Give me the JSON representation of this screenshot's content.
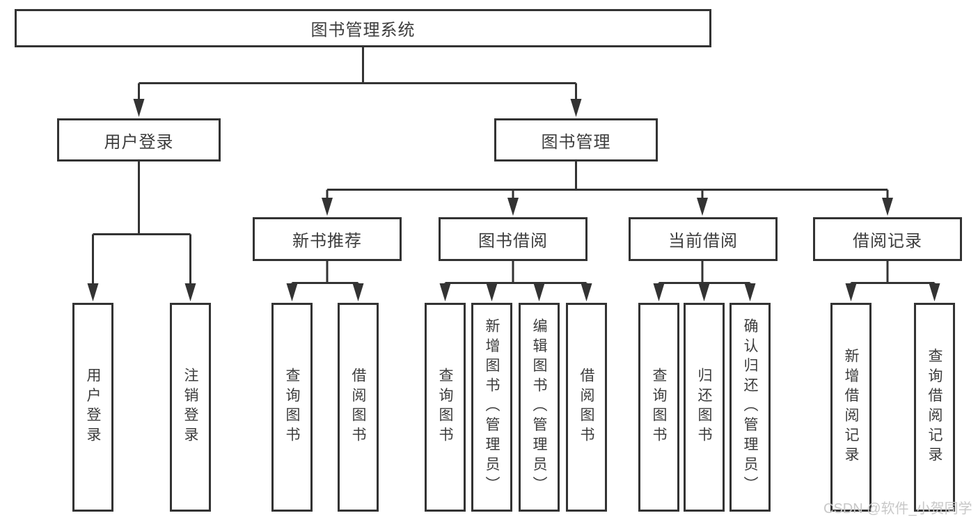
{
  "tree": {
    "root": {
      "id": "library-management-system",
      "label": "图书管理系统",
      "children": [
        {
          "id": "user-login",
          "label": "用户登录",
          "children": [
            {
              "id": "user-login-leaf",
              "label": "用户登录"
            },
            {
              "id": "logout",
              "label": "注销登录"
            }
          ]
        },
        {
          "id": "book-management",
          "label": "图书管理",
          "children": [
            {
              "id": "new-book-recommend",
              "label": "新书推荐",
              "children": [
                {
                  "id": "query-books",
                  "label": "查询图书"
                },
                {
                  "id": "borrow-books",
                  "label": "借阅图书"
                }
              ]
            },
            {
              "id": "book-borrowing",
              "label": "图书借阅",
              "children": [
                {
                  "id": "query-books",
                  "label": "查询图书"
                },
                {
                  "id": "add-book-admin",
                  "label": "新增图书（管理员）"
                },
                {
                  "id": "edit-book-admin",
                  "label": "编辑图书（管理员）"
                },
                {
                  "id": "borrow-books",
                  "label": "借阅图书"
                }
              ]
            },
            {
              "id": "current-borrowing",
              "label": "当前借阅",
              "children": [
                {
                  "id": "query-books",
                  "label": "查询图书"
                },
                {
                  "id": "return-books",
                  "label": "归还图书"
                },
                {
                  "id": "confirm-return-admin",
                  "label": "确认归还（管理员）"
                }
              ]
            },
            {
              "id": "borrowing-records",
              "label": "借阅记录",
              "children": [
                {
                  "id": "add-borrow-record",
                  "label": "新增借阅记录"
                },
                {
                  "id": "query-borrow-record",
                  "label": "查询借阅记录"
                }
              ]
            }
          ]
        }
      ]
    }
  },
  "watermark": {
    "text": "CSDN @软件_小贺同学"
  },
  "colors": {
    "line": "#333333",
    "box_border": "#333333",
    "text": "#3c3c3c",
    "watermark": "#c8c8c8",
    "background": "#ffffff"
  }
}
